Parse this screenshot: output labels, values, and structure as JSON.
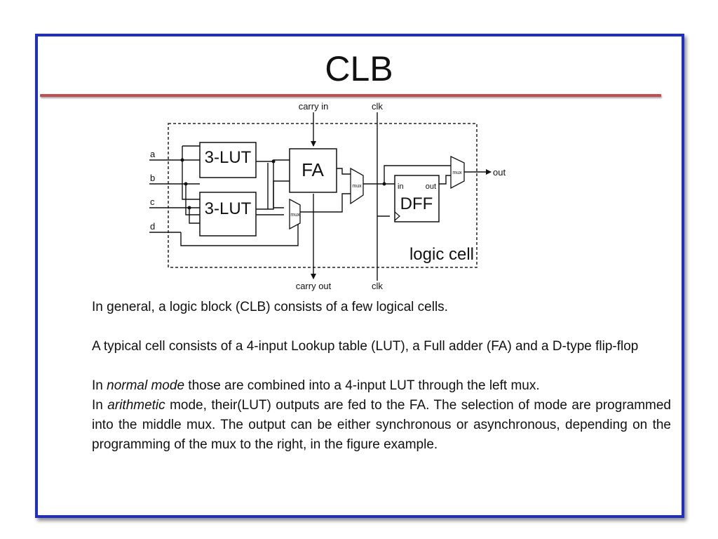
{
  "slide": {
    "title": "CLB",
    "accent_rule_color": "#c0504d",
    "frame_color": "#1f2fbf"
  },
  "diagram": {
    "signals": {
      "carry_in": "carry in",
      "carry_out": "carry out",
      "clk_top": "clk",
      "clk_bottom": "clk",
      "out": "out"
    },
    "inputs": [
      "a",
      "b",
      "c",
      "d"
    ],
    "blocks": {
      "lut_top": "3-LUT",
      "lut_bottom": "3-LUT",
      "full_adder": "FA",
      "dff": "DFF",
      "dff_in": "in",
      "dff_out": "out",
      "mux_left": "mux",
      "mux_middle": "mux",
      "mux_right": "mux"
    },
    "region_label": "logic cell"
  },
  "body": {
    "para1": "In general, a logic block (CLB) consists of a few logical cells.",
    "para2": "A typical cell consists of a 4-input Lookup table (LUT), a Full adder (FA) and a D-type flip-flop",
    "para3": {
      "prefix": "In ",
      "emphasis": "normal mode",
      "suffix": " those are combined into a 4-input LUT through the left mux."
    },
    "para4": {
      "prefix": "In ",
      "emphasis": "arithmetic",
      "suffix": " mode, their(LUT) outputs are fed to the FA. The selection of mode are programmed into the middle mux. The output can be either synchronous or asynchronous, depending on the programming of the mux to the right, in the figure example."
    }
  }
}
